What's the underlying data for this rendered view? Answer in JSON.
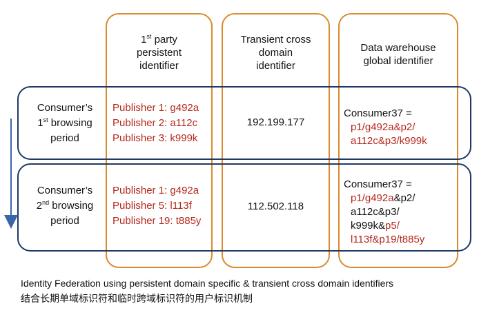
{
  "columns": {
    "col1": {
      "pre": "1",
      "sup": "st",
      "post": " party",
      "line2": "persistent",
      "line3": "identifier"
    },
    "col2": {
      "line1": "Transient cross",
      "line2": "domain",
      "line3": "identifier"
    },
    "col3": {
      "line1": "Data warehouse",
      "line2": "global identifier"
    }
  },
  "rows": [
    {
      "label": {
        "line1": "Consumer’s",
        "pre": "1",
        "sup": "st",
        "post": " browsing",
        "line3": "period"
      },
      "publishers": [
        "Publisher 1: g492a",
        "Publisher 2: a112c",
        "Publisher 3: k999k"
      ],
      "ip": "192.199.177",
      "consumer": "Consumer37 =",
      "seg1": "p1/g492a&p2/",
      "seg2": "a112c&p3/k999k"
    },
    {
      "label": {
        "line1": "Consumer’s",
        "pre": "2",
        "sup": "nd",
        "post": " browsing",
        "line3": "period"
      },
      "publishers": [
        "Publisher 1: g492a",
        "Publisher 5: l113f",
        "Publisher 19: t885y"
      ],
      "ip": "112.502.118",
      "consumer": "Consumer37 =",
      "l2a": "p1/g492a",
      "l2b": "&p2/",
      "l3": "a112c&p3/",
      "l4a": "k999k&",
      "l4b": "p5/",
      "l5": "l113f&p19/t885y"
    }
  ],
  "caption": {
    "english": "Identity Federation using persistent domain specific & transient cross domain identifiers",
    "chinese": "结合长期单域标识符和临时跨域标识符的用户标识机制"
  },
  "colors": {
    "column_border": "#d98b2b",
    "row_border": "#1f3864",
    "arrow": "#3a66a8",
    "highlight_text": "#b5281c"
  }
}
